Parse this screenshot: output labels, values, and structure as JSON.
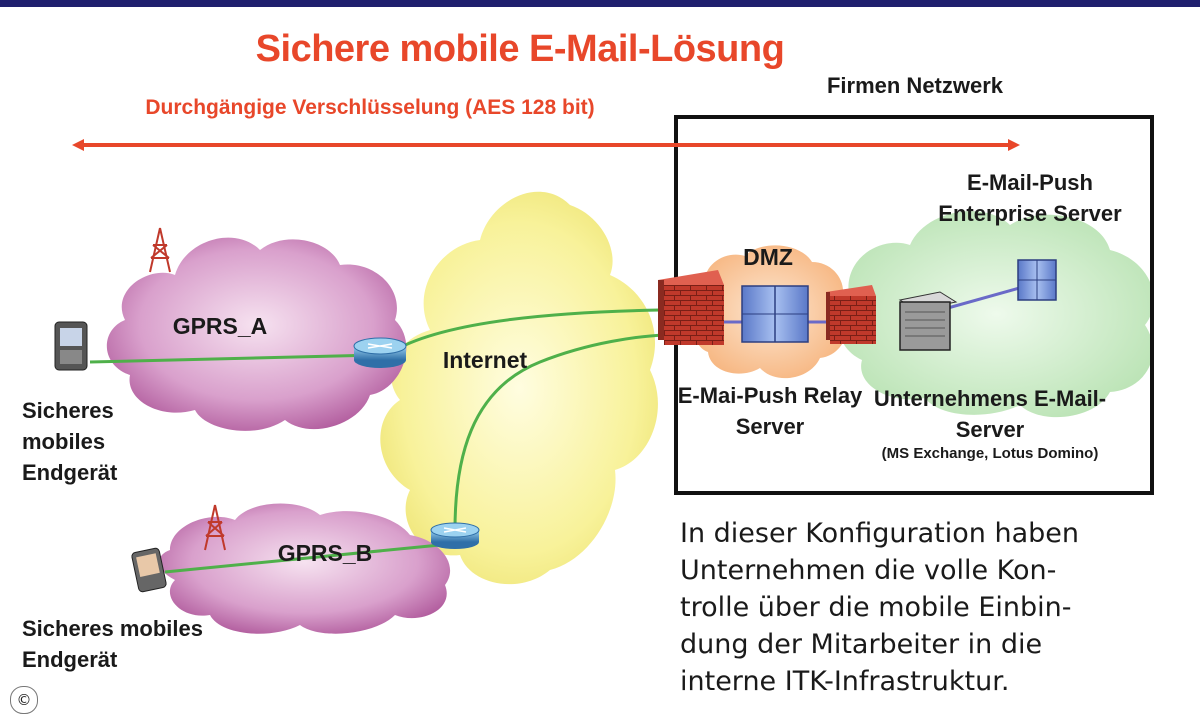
{
  "title": "Sichere mobile E-Mail-Lösung",
  "subtitle": "Durchgängige Verschlüsselung (AES 128 bit)",
  "network_label": "Firmen Netzwerk",
  "clouds": {
    "gprs_a": "GPRS_A",
    "gprs_b": "GPRS_B",
    "internet": "Internet",
    "dmz": "DMZ"
  },
  "devices": {
    "device_1": "Sicheres mobiles Endgerät",
    "device_2": "Sicheres mobiles Endgerät"
  },
  "servers": {
    "relay": "E-Mai-Push Relay Server",
    "push": "E-Mail-Push Enterprise Server",
    "mail": "Unternehmens E-Mail-Server",
    "mail_products": "(MS Exchange, Lotus Domino)"
  },
  "caption": "In dieser Konfiguration haben\nUnternehmen die volle Kon-\ntrolle über die mobile Einbin-\ndung der Mitarbeiter in die\ninterne ITK-Infrastruktur.",
  "copyright": "©",
  "colors": {
    "accent_red": "#e8472a",
    "header_bar": "#1f1f6e",
    "cloud_pink": "#c874b4",
    "cloud_yellow": "#f6f08a",
    "cloud_orange": "#f8c08c",
    "cloud_green": "#c8ecc4",
    "link_green": "#4fb04a",
    "link_blue": "#6a6ac8"
  },
  "icons": [
    "cell-tower-icon",
    "router-icon",
    "firewall-icon",
    "server-icon",
    "mobile-phone-icon"
  ]
}
